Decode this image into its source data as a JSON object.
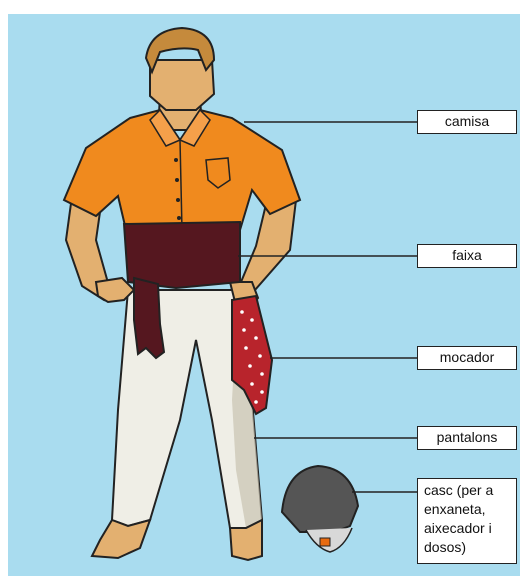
{
  "labels": {
    "camisa": "camisa",
    "faixa": "faixa",
    "mocador": "mocador",
    "pantalons": "pantalons",
    "casc": "casc (per a\nenxaneta,\naixecador i\ndosos)"
  },
  "colors": {
    "background": "#a9dcef",
    "shirt": "#f08a1e",
    "sash": "#55171f",
    "trousers": "#efeee6",
    "skin": "#e3b070",
    "hair": "#c58a3c",
    "scarf": "#b8242c",
    "helmet": "#555555"
  }
}
